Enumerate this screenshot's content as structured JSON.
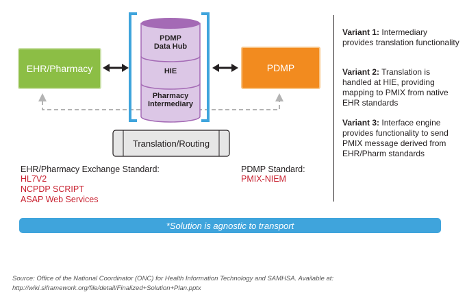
{
  "nodes": {
    "ehr": "EHR/Pharmacy",
    "pdmp": "PDMP",
    "hub_sections": [
      "PDMP\nData Hub",
      "HIE",
      "Pharmacy\nIntermediary"
    ],
    "translation": "Translation/Routing"
  },
  "standards": {
    "left_title": "EHR/Pharmacy Exchange Standard:",
    "left_items": [
      "HL7V2",
      "NCPDP SCRIPT",
      "ASAP Web Services"
    ],
    "right_title": "PDMP Standard:",
    "right_items": [
      "PMIX-NIEM"
    ]
  },
  "variants": [
    {
      "label": "Variant 1:",
      "text": " Intermediary provides translation functionality"
    },
    {
      "label": "Variant 2:",
      "text": " Translation is handled at HIE, providing mapping to PMIX from native EHR standards"
    },
    {
      "label": "Variant 3:",
      "text": " Interface engine provides functionality to send PMIX message derived from EHR/Pharm standards"
    }
  ],
  "banner": "*Solution is agnostic to transport",
  "source": "Source: Office of the National Coordinator (ONC) for Health Information Technology and SAMHSA. Available at: http://wiki.siframework.org/file/detail/Finalized+Solution+Plan.pptx",
  "colors": {
    "ehr": "#8cbe45",
    "pdmp": "#f28b1f",
    "hub": "#dcc7e6",
    "hub_top": "#a46ab5",
    "bracket": "#3fa4dc",
    "banner": "#3fa4dc",
    "standard_item": "#c8202f"
  }
}
